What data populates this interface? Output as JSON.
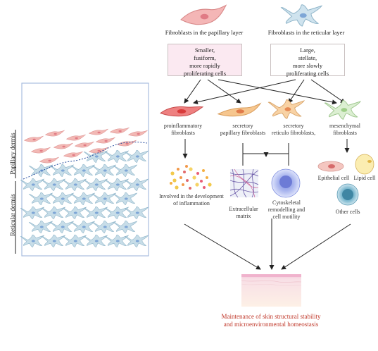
{
  "colors": {
    "papillary": "#f2b8b4",
    "reticular": "#c7dde8",
    "proinflammatory": "#e26a6a",
    "secretory_papillary": "#f3c89a",
    "secretory_reticulo": "#f5d2a6",
    "mesenchymal": "#d8ecd0",
    "final_text": "#c0392b",
    "box_papillary_bg": "#fbe9f1"
  },
  "headers": {
    "papillary": "Fibroblasts in the papillary layer",
    "reticular": "Fibroblasts in the reticular layer"
  },
  "boxes": {
    "papillary": "Smaller,\nfusiform,\nmore rapidly\nproliferating cells",
    "reticular": "Large,\nstellate,\nmore slowly\nproliferating cells"
  },
  "subtypes": [
    {
      "name": "proinflammatory",
      "label": "proinflammatory\nfibroblasts"
    },
    {
      "name": "secretory-papillary",
      "label": "secretory\npapillary fibroblasts"
    },
    {
      "name": "secretory-reticulo",
      "label": "secretory\nreticulo fibroblasts,"
    },
    {
      "name": "mesenchymal",
      "label": "mesenchymal\nfibroblasts"
    }
  ],
  "outcomes": {
    "inflammation": "Involved in the development\nof inflammation",
    "ecm": "Extracellular\nmatrix",
    "cytoskeletal": "Cytoskeletal\nremodelling and\ncell motility",
    "epithelial": "Epithelial cell",
    "lipid": "Lipid cell",
    "other": "Other cells"
  },
  "layers": {
    "papillary": "Papillary dermis",
    "reticular": "Reticular dermis"
  },
  "final": "Maintenance of skin structural stability\nand microenvironmental homeostasis"
}
